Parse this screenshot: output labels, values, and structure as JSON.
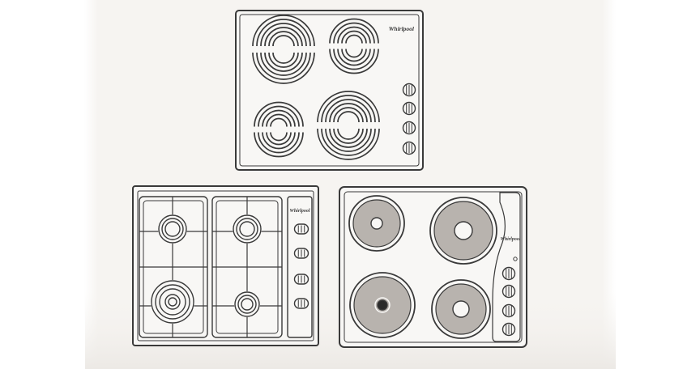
{
  "scene": {
    "description_free": true,
    "colors": {
      "backdrop_left": "#ffffff",
      "backdrop_center": "#f7f5f2",
      "line": "#3a3a3a",
      "plate_fill": "#b8b3ae"
    }
  },
  "hobs": {
    "ceramic": {
      "brand": "Whirlpool",
      "zones": 4,
      "knobs": 4
    },
    "gas": {
      "brand": "Whirlpool",
      "burners": 4,
      "knobs": 4
    },
    "electric": {
      "brand": "Whirlpool",
      "plates": 4,
      "knobs": 4
    }
  }
}
